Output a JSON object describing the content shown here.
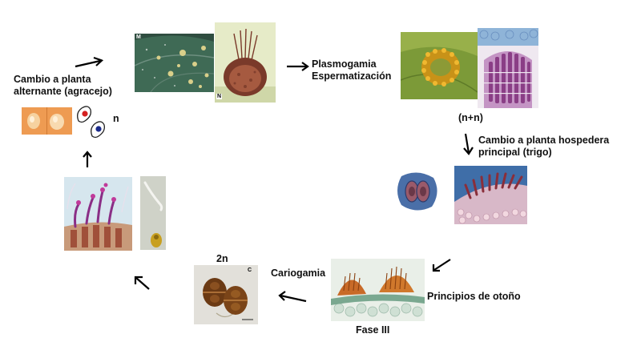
{
  "labels": {
    "alternate_host": "Cambio a planta alternante (agracejo)",
    "n": "n",
    "plasmogamy": "Plasmogamia Espermatización",
    "nn": "(n+n)",
    "primary_host": "Cambio a planta hospedera principal (trigo)",
    "autumn": "Principios de otoño",
    "phase3": "Fase III",
    "karyogamy": "Cariogamia",
    "diploid": "2n"
  },
  "panel_letters": {
    "m": "M",
    "n": "N",
    "c": "C"
  },
  "colors": {
    "leaf_green": "#3f6a55",
    "aecia_orange": "#e0a020",
    "stain_purple": "#8a3e86",
    "stain_blue": "#4a7ab8",
    "teliospore_brown": "#6b3a14"
  }
}
